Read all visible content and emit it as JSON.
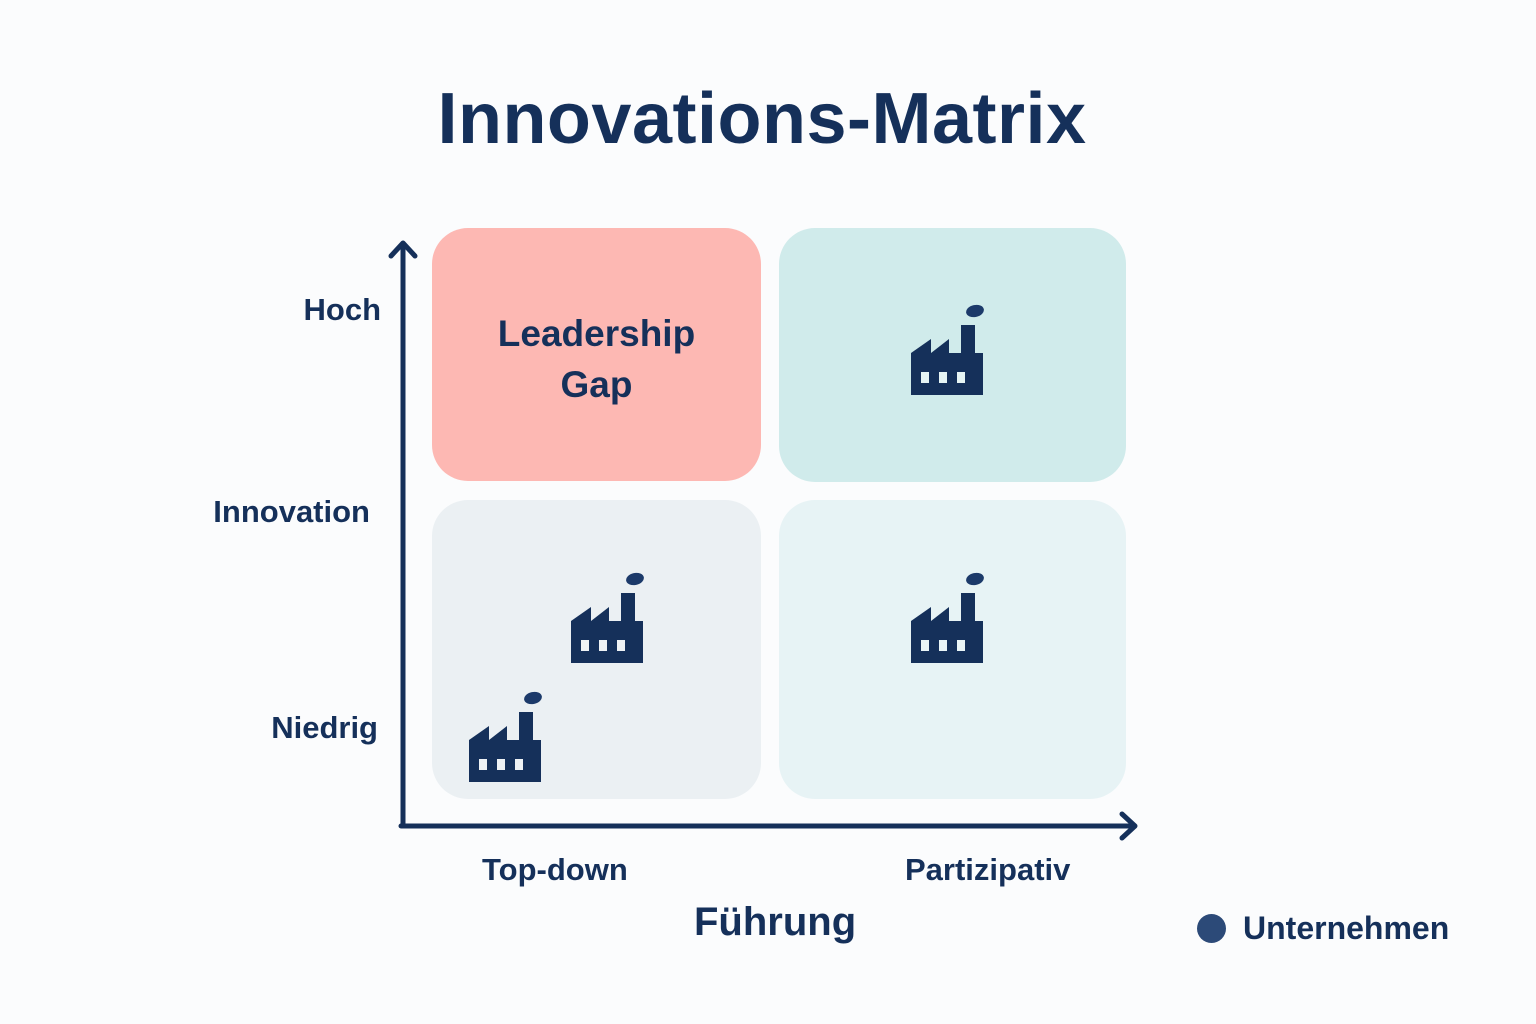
{
  "title": "Innovations-Matrix",
  "colors": {
    "text": "#15305a",
    "axis": "#15305a",
    "quadrant_top_left": "#fdb8b3",
    "quadrant_top_right": "#d0ebeb",
    "quadrant_bottom_left": "#ebf0f3",
    "quadrant_bottom_right": "#e7f3f5",
    "factory_icon": "#15305a",
    "legend_dot": "#2c4a78"
  },
  "y_axis": {
    "title": "Innovation",
    "ticks": [
      "Hoch",
      "Niedrig"
    ]
  },
  "x_axis": {
    "title": "Führung",
    "ticks": [
      "Top-down",
      "Partizipativ"
    ]
  },
  "quadrants": {
    "top_left": {
      "label_line1": "Leadership",
      "label_line2": "Gap",
      "icons": []
    },
    "top_right": {
      "icons": [
        "factory-icon"
      ]
    },
    "bottom_left": {
      "icons": [
        "factory-icon",
        "factory-icon"
      ]
    },
    "bottom_right": {
      "icons": [
        "factory-icon"
      ]
    }
  },
  "legend": {
    "items": [
      {
        "label": "Unternehmen",
        "marker": "circle"
      }
    ]
  }
}
